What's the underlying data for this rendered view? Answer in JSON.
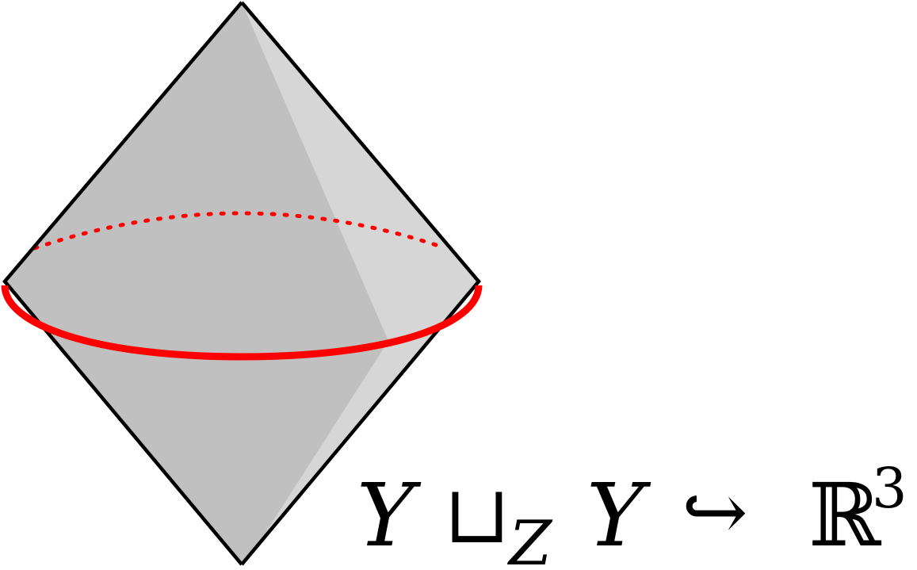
{
  "colors": {
    "background": "#ffffff",
    "surface_front": "#c0c0c0",
    "surface_side": "#d6d6d6",
    "outline": "#000000",
    "equator": "#ff0000"
  },
  "formula": {
    "y_left": "Y",
    "glued_union": "⊔",
    "subscript_z": "Z",
    "y_right": "Y",
    "hook_arrow": "↪",
    "real_r": "ℝ",
    "exponent": "3"
  }
}
